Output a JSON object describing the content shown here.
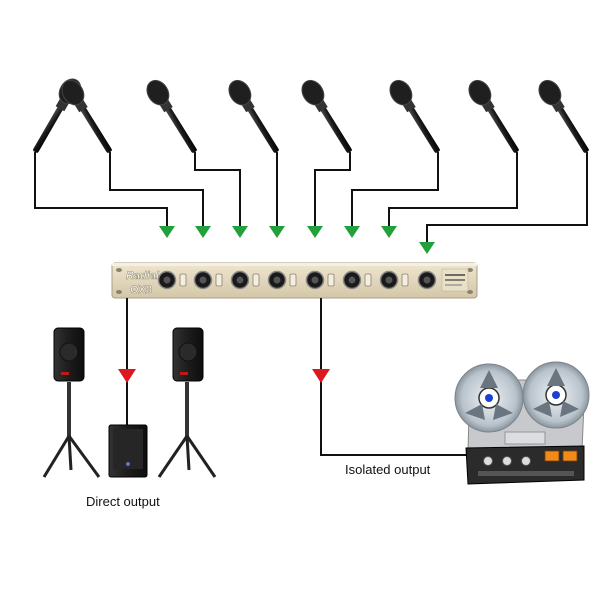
{
  "labels": {
    "direct_output": "Direct output",
    "isolated_output": "Isolated output"
  },
  "splitter": {
    "brand": "Radial",
    "model": "OX8"
  },
  "microphone_count": 8,
  "colors": {
    "input_arrow": "#22a03c",
    "output_arrow": "#e0161e",
    "cable": "#111111",
    "rack_face": "#ddd2b8",
    "mic_body": "#1a1a1a"
  },
  "icons": [
    "microphone-icon",
    "rack-splitter-icon",
    "pa-speaker-icon",
    "subwoofer-icon",
    "reel-to-reel-recorder-icon",
    "arrow-down-icon"
  ]
}
